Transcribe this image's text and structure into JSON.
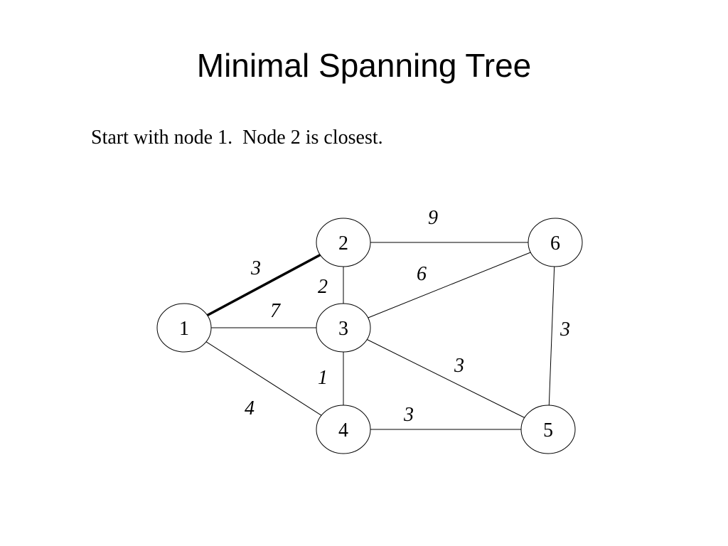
{
  "slide": {
    "title": "Minimal Spanning Tree",
    "caption": "Start with node 1.  Node 2 is closest."
  },
  "colors": {
    "background": "#ffffff",
    "ink": "#000000"
  },
  "graph": {
    "nodes": [
      {
        "id": "1",
        "label": "1"
      },
      {
        "id": "2",
        "label": "2"
      },
      {
        "id": "3",
        "label": "3"
      },
      {
        "id": "4",
        "label": "4"
      },
      {
        "id": "5",
        "label": "5"
      },
      {
        "id": "6",
        "label": "6"
      }
    ],
    "edges": [
      {
        "from": "1",
        "to": "2",
        "weight": "3",
        "highlighted": true
      },
      {
        "from": "1",
        "to": "3",
        "weight": "7",
        "highlighted": false
      },
      {
        "from": "1",
        "to": "4",
        "weight": "4",
        "highlighted": false
      },
      {
        "from": "2",
        "to": "3",
        "weight": "2",
        "highlighted": false
      },
      {
        "from": "2",
        "to": "6",
        "weight": "9",
        "highlighted": false
      },
      {
        "from": "3",
        "to": "6",
        "weight": "6",
        "highlighted": false
      },
      {
        "from": "3",
        "to": "4",
        "weight": "1",
        "highlighted": false
      },
      {
        "from": "3",
        "to": "5",
        "weight": "3",
        "highlighted": false
      },
      {
        "from": "4",
        "to": "5",
        "weight": "3",
        "highlighted": false
      },
      {
        "from": "6",
        "to": "5",
        "weight": "3",
        "highlighted": false
      }
    ]
  }
}
